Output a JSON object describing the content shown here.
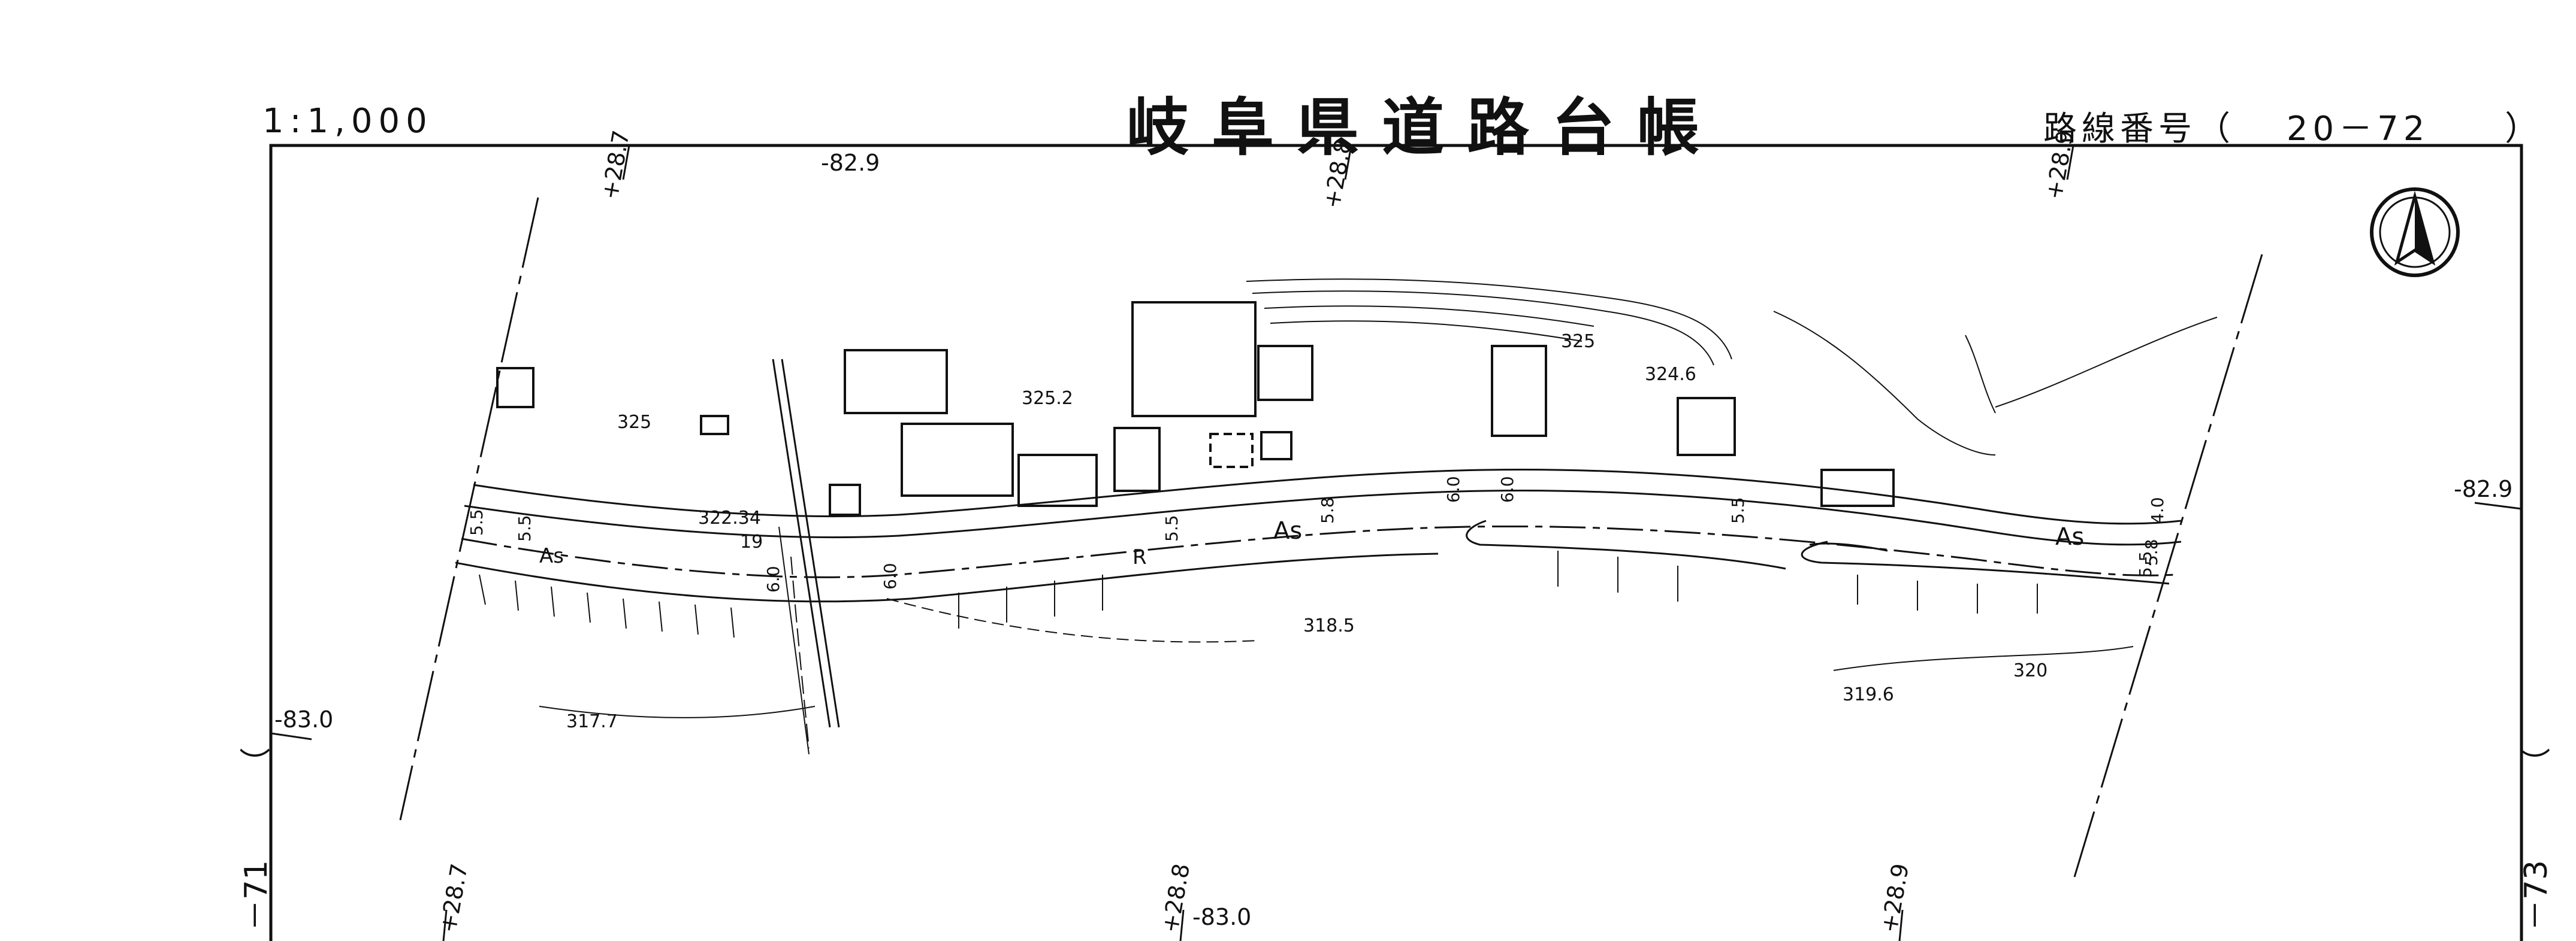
{
  "header": {
    "scale": "1:1,000",
    "title": "岐阜県道路台帳",
    "route_label": "路線番号（",
    "route_number": "20－72",
    "route_close": "）"
  },
  "edges": {
    "left_paren": "（",
    "left_sheet": "－71",
    "right_paren": "（",
    "right_sheet": "－73"
  },
  "grid_labels": {
    "top_1": "+28.7",
    "top_2": "-82.9",
    "top_3": "+28.8",
    "top_4": "+28.9",
    "right_1": "-82.9",
    "left_1": "-83.0",
    "bottom_1": "+28.7",
    "bottom_2": "+28.8",
    "bottom_3": "-83.0",
    "bottom_4": "+28.9"
  },
  "elevations": {
    "e1": "325.2",
    "e2": "325",
    "e3": "324.6",
    "e4": "325",
    "e5": "322.34",
    "e6": "318.5",
    "e7": "317.7",
    "e8": "319.6",
    "e9": "320",
    "e10": "19"
  },
  "road_labels": {
    "pave_1": "As",
    "pave_2": "As",
    "pave_3": "As",
    "r_mark": "R",
    "w1": "5.5",
    "w2": "5.5",
    "w3": "6.0",
    "w4": "6.0",
    "w5": "5.5",
    "w6": "5.8",
    "w7": "6.0",
    "w8": "6.0",
    "w9": "5.5",
    "w10": "4.0",
    "w11": "5.8",
    "w12": "5.5"
  },
  "icons": {
    "north_arrow": "north-arrow-icon"
  },
  "colors": {
    "ink": "#111111",
    "paper": "#ffffff"
  }
}
